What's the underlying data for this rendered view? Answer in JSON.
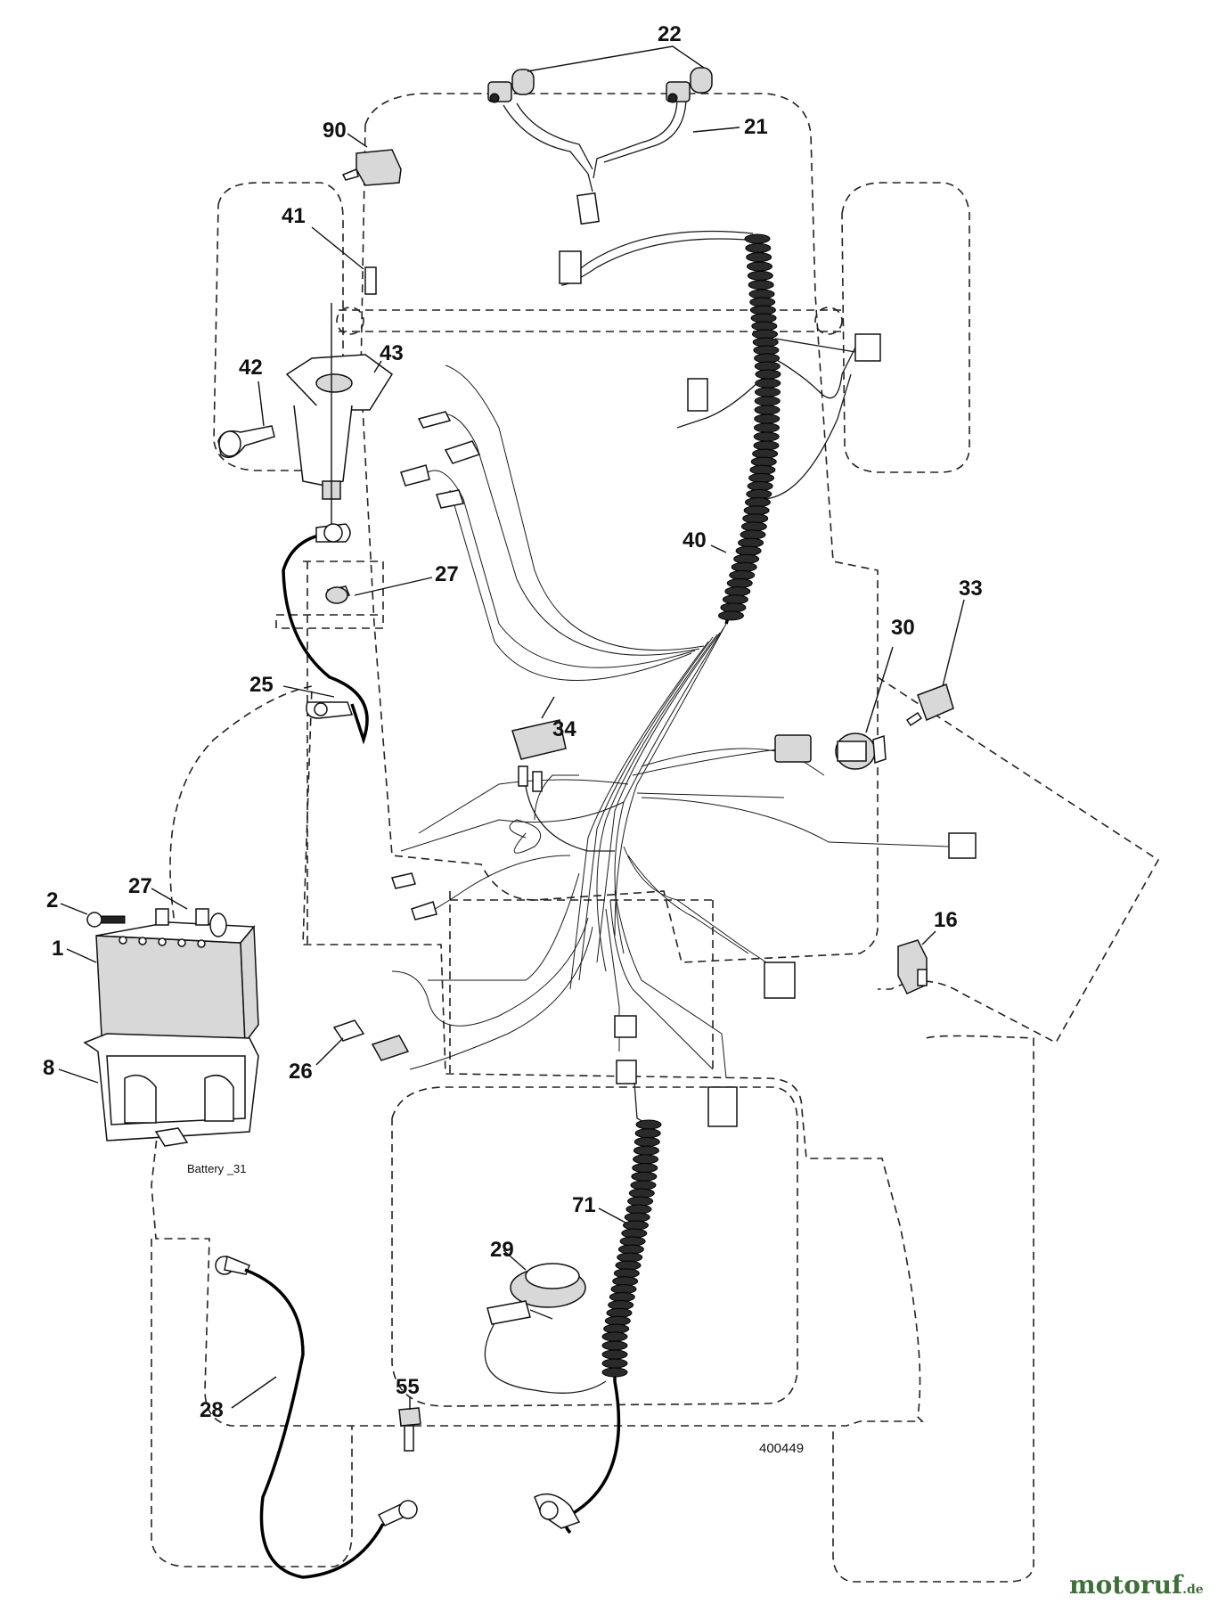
{
  "figure_code": "400449",
  "battery_label": "Battery _31",
  "watermark": {
    "text": "motoruf",
    "suffix": ".de"
  },
  "callouts": [
    {
      "id": "c22",
      "label": "22"
    },
    {
      "id": "c21",
      "label": "21"
    },
    {
      "id": "c90",
      "label": "90"
    },
    {
      "id": "c41",
      "label": "41"
    },
    {
      "id": "c42",
      "label": "42"
    },
    {
      "id": "c43",
      "label": "43"
    },
    {
      "id": "c40",
      "label": "40"
    },
    {
      "id": "c27a",
      "label": "27"
    },
    {
      "id": "c25",
      "label": "25"
    },
    {
      "id": "c33",
      "label": "33"
    },
    {
      "id": "c30",
      "label": "30"
    },
    {
      "id": "c34",
      "label": "34"
    },
    {
      "id": "c2",
      "label": "2"
    },
    {
      "id": "c27b",
      "label": "27"
    },
    {
      "id": "c1",
      "label": "1"
    },
    {
      "id": "c16",
      "label": "16"
    },
    {
      "id": "c8",
      "label": "8"
    },
    {
      "id": "c26",
      "label": "26"
    },
    {
      "id": "c71",
      "label": "71"
    },
    {
      "id": "c29",
      "label": "29"
    },
    {
      "id": "c28",
      "label": "28"
    },
    {
      "id": "c55",
      "label": "55"
    }
  ]
}
